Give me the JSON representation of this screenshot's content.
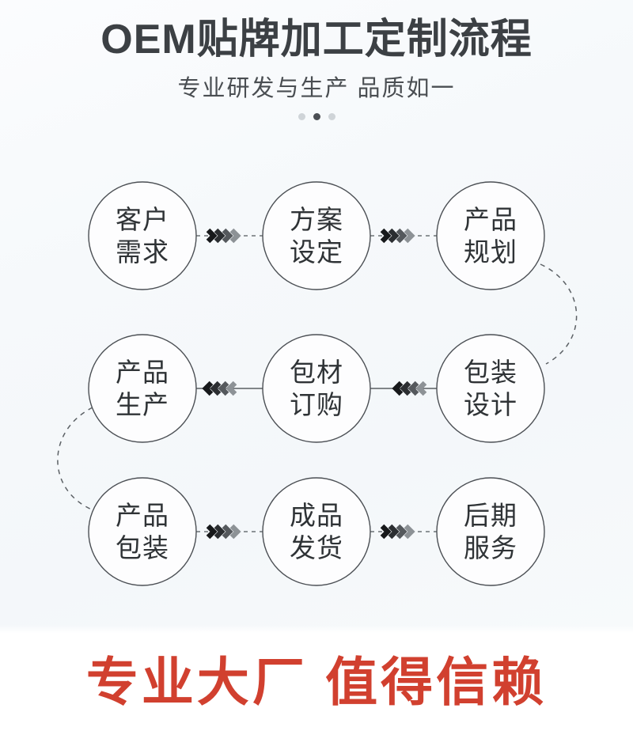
{
  "header": {
    "title": "OEM贴牌加工定制流程",
    "subtitle": "专业研发与生产 品质如一",
    "dots": [
      "",
      "",
      ""
    ],
    "active_dot_index": 1
  },
  "flow": {
    "rows": [
      {
        "direction": "ltr",
        "connector_style": "dashed",
        "nodes": [
          {
            "line1": "客户",
            "line2": "需求"
          },
          {
            "line1": "方案",
            "line2": "设定"
          },
          {
            "line1": "产品",
            "line2": "规划"
          }
        ]
      },
      {
        "direction": "rtl",
        "connector_style": "solid",
        "nodes": [
          {
            "line1": "产品",
            "line2": "生产"
          },
          {
            "line1": "包材",
            "line2": "订购"
          },
          {
            "line1": "包装",
            "line2": "设计"
          }
        ]
      },
      {
        "direction": "ltr",
        "connector_style": "dashed",
        "nodes": [
          {
            "line1": "产品",
            "line2": "包装"
          },
          {
            "line1": "成品",
            "line2": "发货"
          },
          {
            "line1": "后期",
            "line2": "服务"
          }
        ]
      }
    ],
    "wrap_curves": [
      {
        "from": "产品规划",
        "to": "包装设计",
        "side": "right"
      },
      {
        "from": "产品生产",
        "to": "产品包装",
        "side": "left"
      }
    ]
  },
  "banner": {
    "text": "专业大厂 值得信赖"
  },
  "colors": {
    "background": "#f6f9fb",
    "title": "#3c4044",
    "subtitle": "#4a4e52",
    "node_stroke": "#4b4f54",
    "node_text": "#2f3336",
    "connector": "#5c6165",
    "banner_red": "#d1402f",
    "dot_inactive": "#cfd4d8",
    "dot_active": "#4b4f54"
  }
}
